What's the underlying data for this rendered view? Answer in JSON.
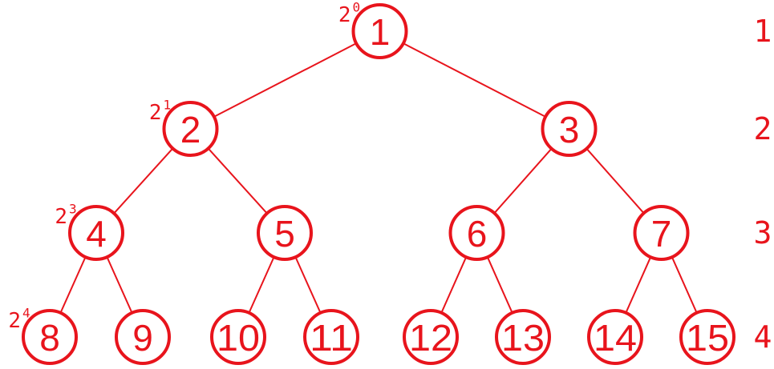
{
  "theme": {
    "color": "#e8141c"
  },
  "tree": {
    "nodes": [
      "1",
      "2",
      "3",
      "4",
      "5",
      "6",
      "7",
      "8",
      "9",
      "10",
      "11",
      "12",
      "13",
      "14",
      "15"
    ],
    "edges": [
      [
        "1",
        "2"
      ],
      [
        "1",
        "3"
      ],
      [
        "2",
        "4"
      ],
      [
        "2",
        "5"
      ],
      [
        "3",
        "6"
      ],
      [
        "3",
        "7"
      ],
      [
        "4",
        "8"
      ],
      [
        "4",
        "9"
      ],
      [
        "5",
        "10"
      ],
      [
        "5",
        "11"
      ],
      [
        "6",
        "12"
      ],
      [
        "6",
        "13"
      ],
      [
        "7",
        "14"
      ],
      [
        "7",
        "15"
      ]
    ]
  },
  "level_labels": [
    "1",
    "2",
    "3",
    "4"
  ],
  "power_annotations": [
    {
      "node": "1",
      "base": "2",
      "exponent": "0"
    },
    {
      "node": "2",
      "base": "2",
      "exponent": "1"
    },
    {
      "node": "4",
      "base": "2",
      "exponent": "3"
    },
    {
      "node": "8",
      "base": "2",
      "exponent": "4"
    }
  ]
}
